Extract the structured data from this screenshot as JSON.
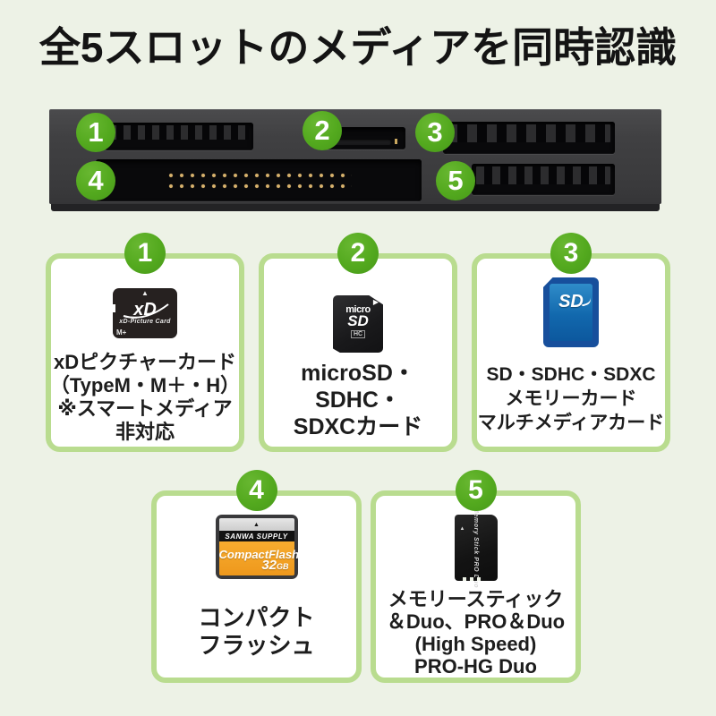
{
  "title": "全5スロットのメディアを同時認識",
  "colors": {
    "background": "#edf2e6",
    "accent_green": "#53a91e",
    "card_border": "#b9dc8f",
    "device_panel": "#3d3d3f",
    "sd_blue": "#1268ad",
    "cf_orange": "#f2a226"
  },
  "icons": {
    "triangle_up": "▲",
    "triangle_right": "▶"
  },
  "device": {
    "slot_badges": [
      "1",
      "2",
      "3",
      "4",
      "5"
    ]
  },
  "cards": [
    {
      "number": "1",
      "lines": [
        "xDピクチャーカード",
        "（TypeM・M＋・H）",
        "※スマートメディア",
        "非対応"
      ],
      "media": {
        "type": "xd-picture-card",
        "logo": "xD",
        "label": "xD-Picture Card",
        "marking": "M+"
      }
    },
    {
      "number": "2",
      "lines": [
        "microSD・",
        "SDHC・",
        "SDXCカード"
      ],
      "media": {
        "type": "microsd-card",
        "logo_top": "micro",
        "logo": "SD",
        "logo_sub": "HC"
      }
    },
    {
      "number": "3",
      "lines": [
        "SD・SDHC・SDXC",
        "メモリーカード",
        "マルチメディアカード"
      ],
      "media": {
        "type": "sd-card",
        "logo": "SD"
      }
    },
    {
      "number": "4",
      "lines": [
        "コンパクト",
        "フラッシュ"
      ],
      "media": {
        "type": "compactflash-card",
        "brand": "SANWA SUPPLY",
        "logo": "CompactFlash",
        "capacity": "32",
        "capacity_unit": "GB"
      }
    },
    {
      "number": "5",
      "lines": [
        "メモリースティック",
        "＆Duo、PRO＆Duo",
        "(High Speed)",
        "PRO-HG Duo"
      ],
      "media": {
        "type": "memory-stick-pro-duo",
        "label": "Memory Stick PRO Duo"
      }
    }
  ]
}
